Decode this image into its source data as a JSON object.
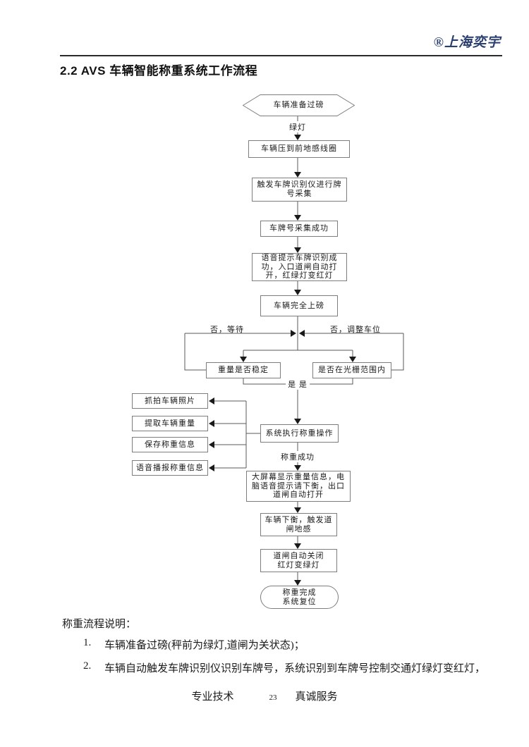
{
  "header": {
    "brand": "®上海奕宇",
    "heading": "2.2 AVS 车辆智能称重系统工作流程"
  },
  "flowchart": {
    "nodes": {
      "start": "车辆准备过磅",
      "coil": "车辆压到前地感线圈",
      "trigger": "触发车牌识别仪进行牌\n号采集",
      "plate_ok": "车牌号采集成功",
      "voice": "语音提示车牌识别成\n功，入口道闸自动打\n开，红绿灯变红灯",
      "on_scale": "车辆完全上磅",
      "weight_stable": "重量是否稳定",
      "in_range": "是否在光栅范围内",
      "snap": "抓拍车辆照片",
      "extract": "提取车辆重量",
      "save": "保存称重信息",
      "broadcast": "语音播报称重信息",
      "execute": "系统执行称重操作",
      "display": "大屏幕显示重量信息，电\n脑语音提示请下衡，出口\n道闸自动打开",
      "off_scale": "车辆下衡，触发道\n闸地感",
      "gate_close": "道闸自动关闭\n红灯变绿灯",
      "end": "称重完成\n系统复位"
    },
    "labels": {
      "green_light": "绿灯",
      "no_wait": "否，等待",
      "no_adjust": "否，调整车位",
      "yes_yes": "是 是",
      "weigh_ok": "称重成功"
    }
  },
  "body": {
    "section_title": "称重流程说明：",
    "items": [
      {
        "num": "1.",
        "text": "车辆准备过磅(秤前为绿灯,道闸为关状态)；"
      },
      {
        "num": "2.",
        "text": "车辆自动触发车牌识别仪识别车牌号，系统识别到车牌号控制交通灯绿灯变红灯，"
      }
    ]
  },
  "footer": {
    "left": "专业技术",
    "page": "23",
    "right": "真诚服务"
  },
  "colors": {
    "brand": "#2a3f6f",
    "line": "#5a5a5a",
    "border": "#7d7d7d",
    "arrow": "#1a1a1a"
  }
}
